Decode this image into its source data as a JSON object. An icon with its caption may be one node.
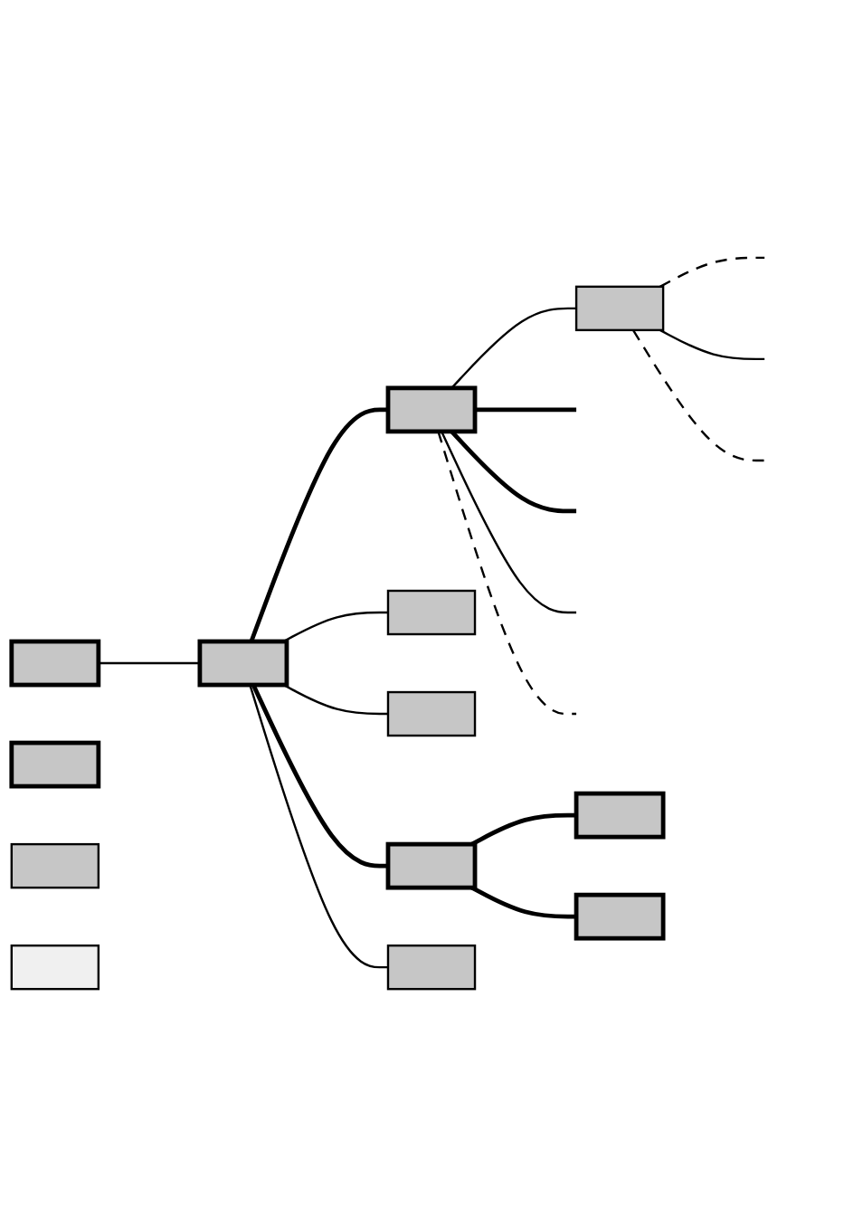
{
  "diagram": {
    "nodes": [
      {
        "text": [],
        "shape": "box"
      },
      {
        "text": [],
        "shape": "box"
      },
      {
        "text": [],
        "shape": "box"
      },
      {
        "text": [],
        "shape": "box"
      },
      {
        "text": [],
        "shape": "box"
      },
      {
        "text": [],
        "shape": "box"
      },
      {
        "text": [],
        "shape": "box"
      },
      {
        "text": [],
        "shape": "box"
      },
      {
        "text": [],
        "shape": "box"
      },
      {
        "text": [],
        "shape": "box"
      },
      {
        "text": [],
        "shape": "box"
      },
      {
        "text": [],
        "shape": "box"
      },
      {
        "text": [],
        "shape": "box"
      }
    ],
    "edges": [
      {
        "from": 0,
        "to": 1,
        "arrow": "none"
      },
      {
        "from": 1,
        "to": 2,
        "arrow": "none",
        "style": "thick"
      },
      {
        "from": 1,
        "to": 4,
        "arrow": "none"
      },
      {
        "from": 1,
        "to": 5,
        "arrow": "none"
      },
      {
        "from": 1,
        "to": 6,
        "arrow": "none",
        "style": "thick"
      },
      {
        "from": 1,
        "to": 9,
        "arrow": "none"
      },
      {
        "from": 2,
        "to": 3,
        "arrow": "none"
      },
      {
        "from": 2,
        "to": null,
        "arrow": "none",
        "style": "thick"
      },
      {
        "from": 2,
        "to": null,
        "arrow": "none",
        "style": "thick"
      },
      {
        "from": 2,
        "to": null,
        "arrow": "none"
      },
      {
        "from": 2,
        "to": null,
        "arrow": "none",
        "style": "dashed"
      },
      {
        "from": 3,
        "to": null,
        "arrow": "none",
        "style": "dashed"
      },
      {
        "from": 3,
        "to": null,
        "arrow": "none"
      },
      {
        "from": 3,
        "to": null,
        "arrow": "none",
        "style": "dashed"
      },
      {
        "from": 6,
        "to": 7,
        "arrow": "none",
        "style": "thick"
      },
      {
        "from": 6,
        "to": 8,
        "arrow": "none",
        "style": "thick"
      }
    ]
  }
}
